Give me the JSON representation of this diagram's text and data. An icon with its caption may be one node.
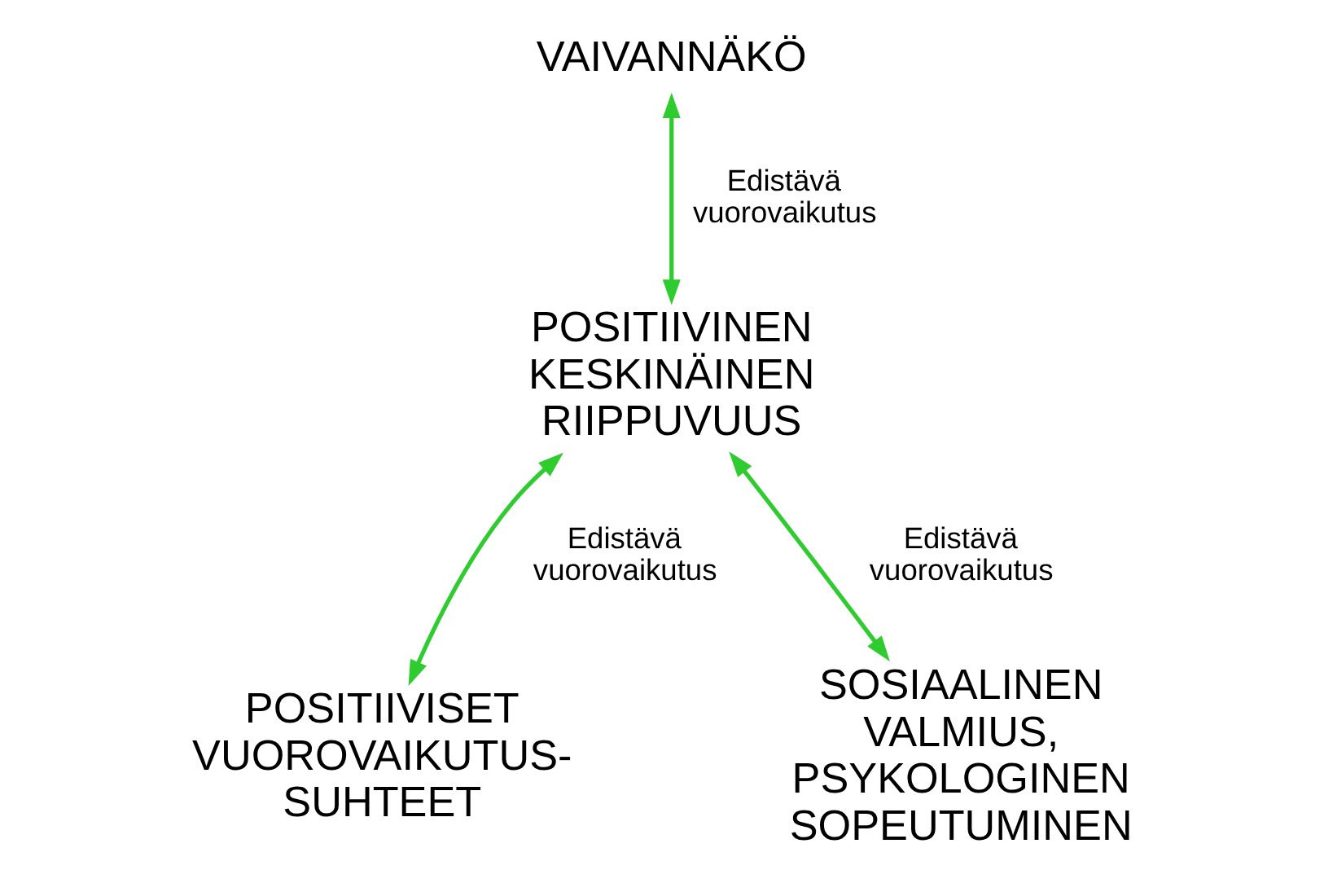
{
  "diagram": {
    "nodes": [
      {
        "text": [
          "VAIVANNÄKÖ"
        ]
      },
      {
        "text": [
          "POSITIIVINEN KESKINÄINEN RIIPPUVUUS"
        ]
      },
      {
        "text": [
          "POSITIIVISET VUOROVAIKUTUS- SUHTEET"
        ]
      },
      {
        "text": [
          "SOSIAALINEN VALMIUS, PSYKOLOGINEN SOPEUTUMINEN"
        ]
      }
    ],
    "edges": [
      {
        "from": 0,
        "to": 1,
        "arrow": "both",
        "label": "Edistävä vuorovaikutus"
      },
      {
        "from": 1,
        "to": 2,
        "arrow": "both",
        "label": "Edistävä vuorovaikutus"
      },
      {
        "from": 1,
        "to": 3,
        "arrow": "both",
        "label": "Edistävä vuorovaikutus"
      }
    ]
  }
}
